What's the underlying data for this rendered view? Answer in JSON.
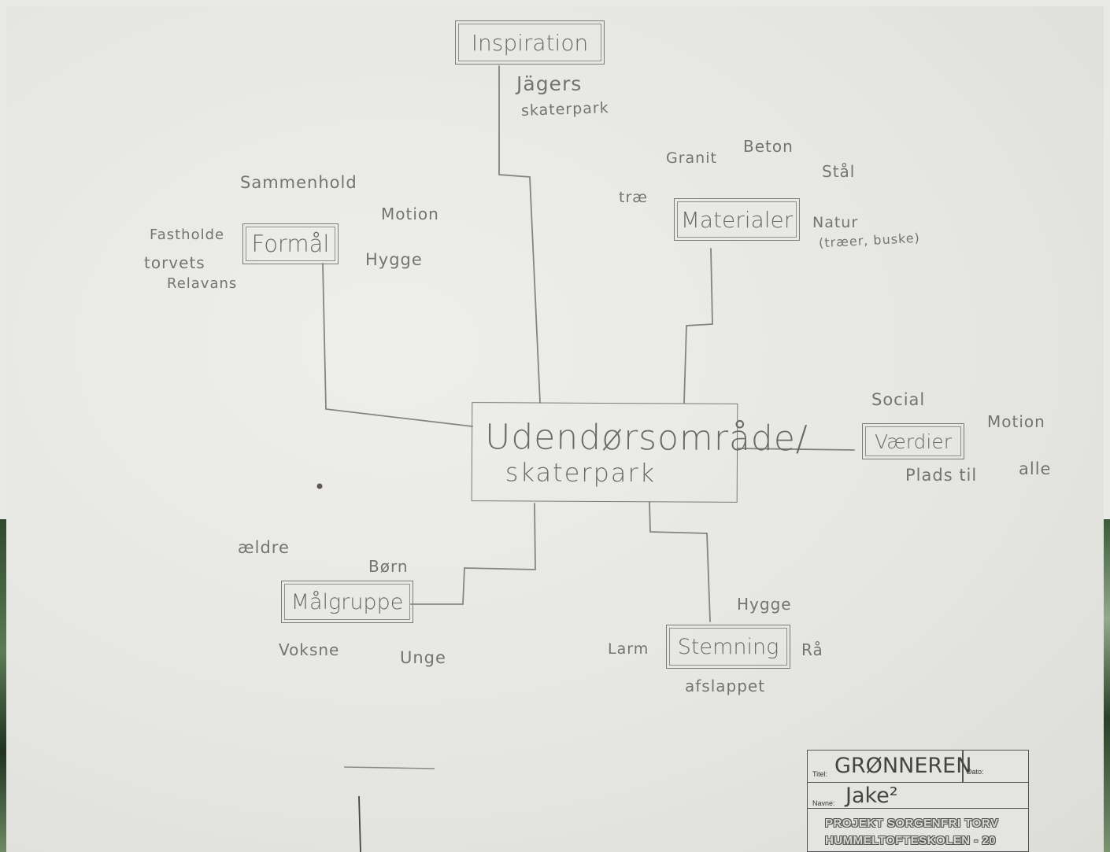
{
  "center": {
    "line1": "Udendørsområde/",
    "line2": "skaterpark"
  },
  "nodes": {
    "inspiration": {
      "label": "Inspiration",
      "notes": [
        "Jägers",
        "skaterpark"
      ]
    },
    "formaal": {
      "label": "Formål",
      "notes": [
        "Sammenhold",
        "Motion",
        "Hygge",
        "Fastholde",
        "torvets",
        "Relavans"
      ]
    },
    "materialer": {
      "label": "Materialer",
      "notes": [
        "Granit",
        "Beton",
        "Stål",
        "træ",
        "Natur",
        "(træer, buske)"
      ]
    },
    "vaerdier": {
      "label": "Værdier",
      "notes": [
        "Social",
        "Motion",
        "Plads til",
        "alle"
      ]
    },
    "maalgruppe": {
      "label": "Målgruppe",
      "notes": [
        "ældre",
        "Børn",
        "Voksne",
        "Unge"
      ]
    },
    "stemning": {
      "label": "Stemning",
      "notes": [
        "Hygge",
        "Larm",
        "Rå",
        "afslappet"
      ]
    }
  },
  "title_block": {
    "titel_label": "Titel:",
    "titel_value": "GRØNNEREN",
    "dato_label": "Dato:",
    "navne_label": "Navne:",
    "navne_value": "Jake²",
    "project_line1": "PROJEKT SORGENFRI TORV",
    "project_line2": "HUMMELTOFTESKOLEN - 20"
  },
  "colors": {
    "pencil": "#74746f",
    "paper": "#e9e9e7",
    "ink": "#555555"
  }
}
